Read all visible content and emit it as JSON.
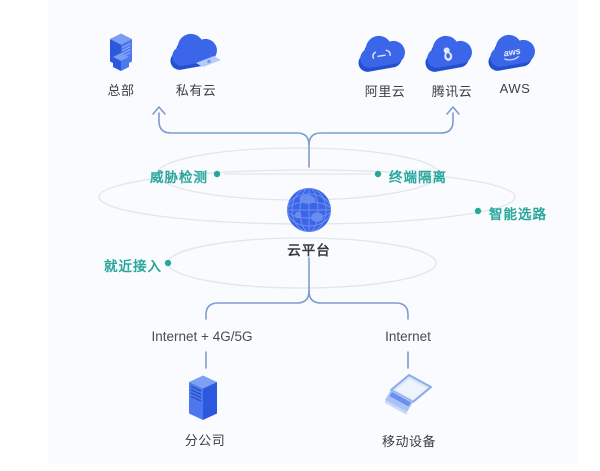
{
  "colors": {
    "primary_blue": "#3a63e4",
    "teal_accent": "#2aa79c",
    "connector_blue": "#7f9cd0",
    "orbit_gray": "#e1e5ec",
    "background": "#f9fbfe"
  },
  "center_node": {
    "label": "云平台",
    "icon": "globe"
  },
  "top_nodes": [
    {
      "label": "总部",
      "icon": "building"
    },
    {
      "label": "私有云",
      "icon": "private-cloud"
    },
    {
      "label": "阿里云",
      "icon": "alibaba-cloud"
    },
    {
      "label": "腾讯云",
      "icon": "tencent-cloud"
    },
    {
      "label": "AWS",
      "icon": "aws-cloud",
      "logo_text": "aws"
    }
  ],
  "features": [
    {
      "label": "威胁检测"
    },
    {
      "label": "终端隔离"
    },
    {
      "label": "智能选路"
    },
    {
      "label": "就近接入"
    }
  ],
  "connection_labels": [
    {
      "label": "Internet + 4G/5G"
    },
    {
      "label": "Internet"
    }
  ],
  "bottom_nodes": [
    {
      "label": "分公司",
      "icon": "server"
    },
    {
      "label": "移动设备",
      "icon": "laptop"
    }
  ]
}
